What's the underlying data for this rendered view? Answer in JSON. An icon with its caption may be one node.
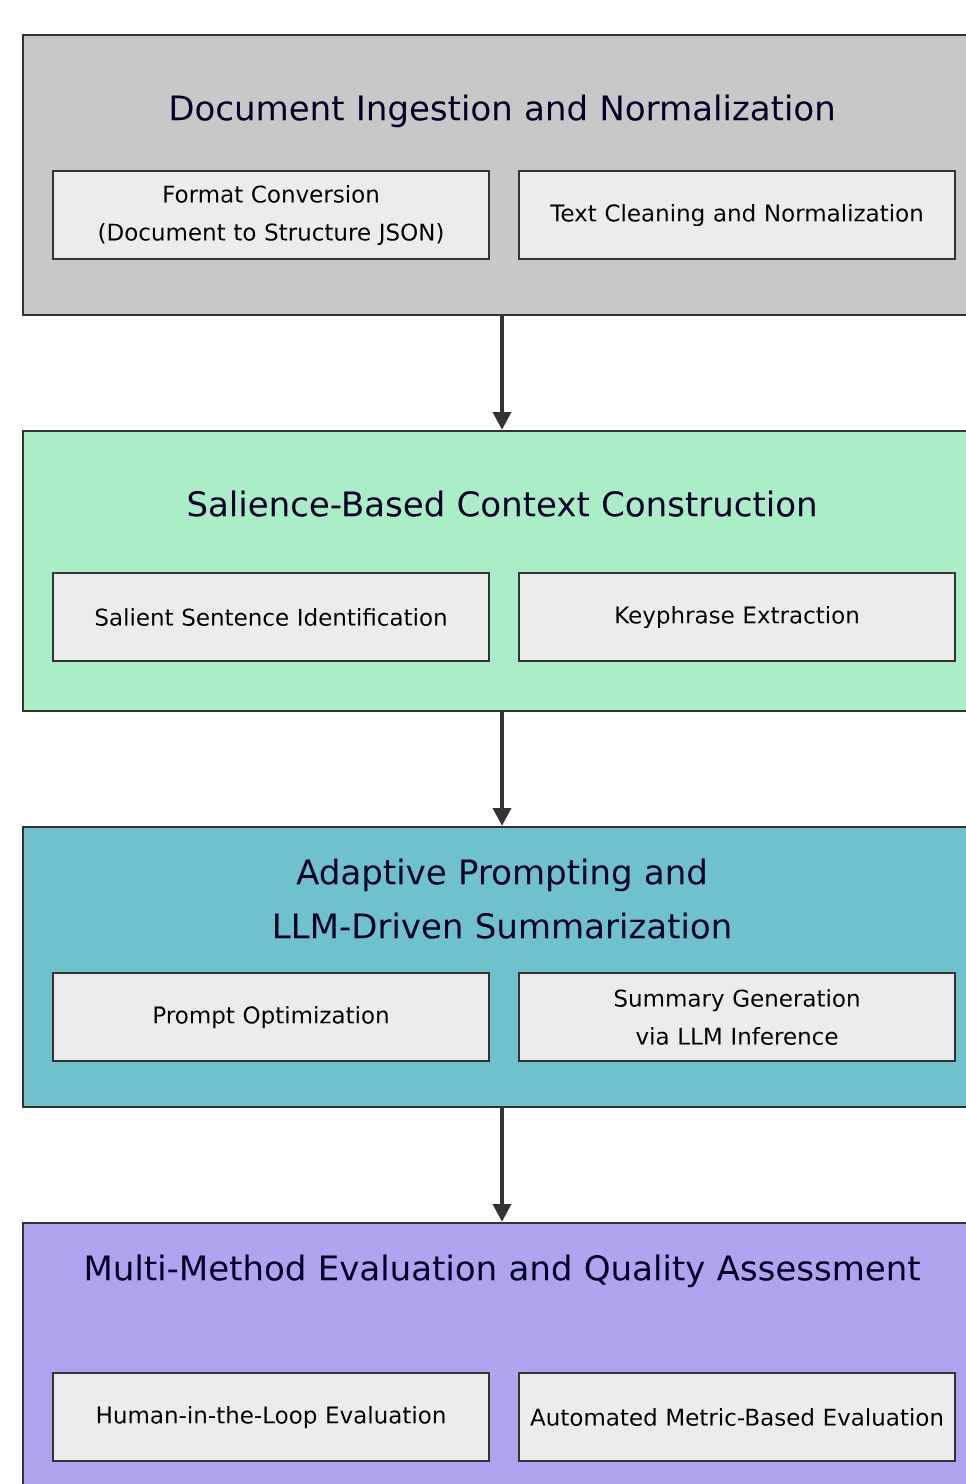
{
  "diagram": {
    "nodes": [
      {
        "text": [
          "Document Ingestion and Normalization"
        ]
      },
      {
        "text": [
          "Format Conversion (Document to Structure JSON)"
        ],
        "in": 0
      },
      {
        "text": [
          "Text Cleaning and Normalization"
        ],
        "in": 0
      },
      {
        "text": [
          "Salience-Based Context Construction"
        ]
      },
      {
        "text": [
          "Salient Sentence Identification"
        ],
        "in": 3
      },
      {
        "text": [
          "Keyphrase Extraction"
        ],
        "in": 3
      },
      {
        "text": [
          "Adaptive Prompting and LLM-Driven Summarization"
        ]
      },
      {
        "text": [
          "Prompt Optimization"
        ],
        "in": 6
      },
      {
        "text": [
          "Summary Generation via LLM Inference"
        ],
        "in": 6
      },
      {
        "text": [
          "Multi-Method Evaluation and Quality Assessment"
        ]
      },
      {
        "text": [
          "Human-in-the-Loop Evaluation"
        ],
        "in": 9
      },
      {
        "text": [
          "Automated Metric-Based Evaluation"
        ],
        "in": 9
      }
    ],
    "edges": [
      {
        "from": 0,
        "to": 3,
        "arrow": "to"
      },
      {
        "from": 3,
        "to": 6,
        "arrow": "to"
      },
      {
        "from": 6,
        "to": 9,
        "arrow": "to"
      }
    ]
  }
}
